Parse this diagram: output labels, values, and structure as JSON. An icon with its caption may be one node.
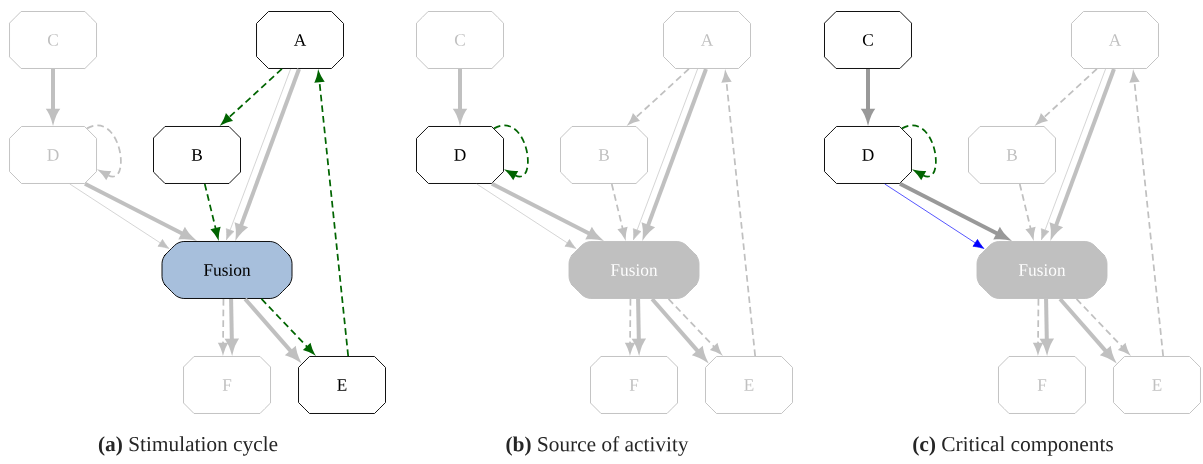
{
  "diagram": {
    "nodes": [
      {
        "text": [
          "C"
        ]
      },
      {
        "text": [
          "A"
        ]
      },
      {
        "text": [
          "D"
        ]
      },
      {
        "text": [
          "B"
        ]
      },
      {
        "text": [
          "Fusion"
        ]
      },
      {
        "text": [
          "F"
        ]
      },
      {
        "text": [
          "E"
        ]
      },
      {
        "text": [
          "C"
        ]
      },
      {
        "text": [
          "A"
        ]
      },
      {
        "text": [
          "D"
        ]
      },
      {
        "text": [
          "B"
        ]
      },
      {
        "text": [
          "Fusion"
        ]
      },
      {
        "text": [
          "F"
        ]
      },
      {
        "text": [
          "E"
        ]
      },
      {
        "text": [
          "C"
        ]
      },
      {
        "text": [
          "A"
        ]
      },
      {
        "text": [
          "D"
        ]
      },
      {
        "text": [
          "B"
        ]
      },
      {
        "text": [
          "Fusion"
        ]
      },
      {
        "text": [
          "F"
        ]
      },
      {
        "text": [
          "E"
        ]
      }
    ],
    "edges": [
      {
        "from": 0,
        "to": 2,
        "arrow": "to",
        "style": "thick"
      },
      {
        "from": 2,
        "to": 2,
        "arrow": "to",
        "style": "dashed"
      },
      {
        "from": 2,
        "to": 4,
        "arrow": "to"
      },
      {
        "from": 1,
        "to": 3,
        "arrow": "to",
        "style": "dashed",
        "color": "#006400"
      },
      {
        "from": 1,
        "to": 4,
        "arrow": "to"
      },
      {
        "from": 1,
        "to": 4,
        "arrow": "to",
        "style": "thick"
      },
      {
        "from": 3,
        "to": 4,
        "arrow": "to",
        "style": "dashed",
        "color": "#006400"
      },
      {
        "from": 4,
        "to": 5,
        "arrow": "to",
        "style": "dashed"
      },
      {
        "from": 4,
        "to": 5,
        "arrow": "to",
        "style": "thick"
      },
      {
        "from": 4,
        "to": 6,
        "arrow": "to",
        "style": "thick"
      },
      {
        "from": 4,
        "to": 6,
        "arrow": "to",
        "style": "dashed",
        "color": "#006400"
      },
      {
        "from": 6,
        "to": 1,
        "arrow": "to",
        "style": "dashed",
        "color": "#006400"
      },
      {
        "from": 7,
        "to": 9,
        "arrow": "to",
        "style": "thick"
      },
      {
        "from": 9,
        "to": 9,
        "arrow": "to",
        "style": "dashed",
        "color": "#006400"
      },
      {
        "from": 9,
        "to": 11,
        "arrow": "to"
      },
      {
        "from": 8,
        "to": 10,
        "arrow": "to",
        "style": "dashed"
      },
      {
        "from": 8,
        "to": 11,
        "arrow": "to"
      },
      {
        "from": 8,
        "to": 11,
        "arrow": "to",
        "style": "thick"
      },
      {
        "from": 10,
        "to": 11,
        "arrow": "to",
        "style": "dashed"
      },
      {
        "from": 11,
        "to": 12,
        "arrow": "to",
        "style": "dashed"
      },
      {
        "from": 11,
        "to": 12,
        "arrow": "to",
        "style": "thick"
      },
      {
        "from": 11,
        "to": 13,
        "arrow": "to",
        "style": "thick"
      },
      {
        "from": 11,
        "to": 13,
        "arrow": "to",
        "style": "dashed"
      },
      {
        "from": 13,
        "to": 8,
        "arrow": "to",
        "style": "dashed"
      },
      {
        "from": 14,
        "to": 16,
        "arrow": "to",
        "style": "thick",
        "color": "#999999"
      },
      {
        "from": 16,
        "to": 16,
        "arrow": "to",
        "style": "dashed",
        "color": "#006400"
      },
      {
        "from": 16,
        "to": 18,
        "arrow": "to",
        "color": "#0000ff"
      },
      {
        "from": 15,
        "to": 17,
        "arrow": "to",
        "style": "dashed"
      },
      {
        "from": 15,
        "to": 18,
        "arrow": "to"
      },
      {
        "from": 15,
        "to": 18,
        "arrow": "to",
        "style": "thick"
      },
      {
        "from": 17,
        "to": 18,
        "arrow": "to",
        "style": "dashed"
      },
      {
        "from": 18,
        "to": 19,
        "arrow": "to",
        "style": "dashed"
      },
      {
        "from": 18,
        "to": 19,
        "arrow": "to",
        "style": "thick"
      },
      {
        "from": 18,
        "to": 20,
        "arrow": "to",
        "style": "thick"
      },
      {
        "from": 18,
        "to": 20,
        "arrow": "to",
        "style": "dashed"
      },
      {
        "from": 20,
        "to": 15,
        "arrow": "to",
        "style": "dashed"
      },
      {
        "from": 16,
        "to": 18,
        "arrow": "to",
        "style": "thick",
        "color": "#999999"
      },
      {
        "from": 9,
        "to": 11,
        "arrow": "to",
        "style": "thick"
      },
      {
        "from": 2,
        "to": 4,
        "arrow": "to",
        "style": "thick"
      }
    ],
    "labels": [
      "**(a)** Stimulation cycle",
      "**(b)** Source of activity",
      "**(c)** Critical components"
    ]
  }
}
